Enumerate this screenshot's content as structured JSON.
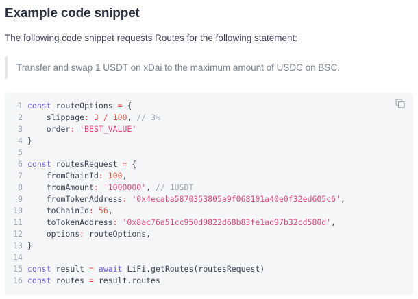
{
  "page": {
    "title": "Example code snippet",
    "intro": "The following code snippet requests Routes for the following statement:",
    "quote": "Transfer and swap 1 USDT on xDai to the maximum amount of USDC on BSC."
  },
  "colors": {
    "heading_text": "#2b3342",
    "body_text": "#3d4554",
    "quote_text": "#7b8492",
    "quote_border": "#e4e7ea",
    "code_background": "#f5f6f8",
    "code_plain": "#3b4354",
    "code_keyword": "#6f5be6",
    "code_operator": "#e5484d",
    "code_number": "#e25744",
    "code_string": "#e0487e",
    "code_comment": "#9aa4b0",
    "line_number": "#9ba5b1",
    "copy_icon": "#a8b1bb"
  },
  "icons": {
    "copy": "copy-icon"
  },
  "code": {
    "language": "javascript",
    "lines": [
      {
        "num": "1",
        "tokens": [
          {
            "c": "k",
            "t": "const"
          },
          {
            "c": "p",
            "t": " routeOptions "
          },
          {
            "c": "o",
            "t": "="
          },
          {
            "c": "p",
            "t": " {"
          }
        ]
      },
      {
        "num": "2",
        "tokens": [
          {
            "c": "p",
            "t": "    slippage"
          },
          {
            "c": "o",
            "t": ":"
          },
          {
            "c": "p",
            "t": " "
          },
          {
            "c": "n",
            "t": "3"
          },
          {
            "c": "p",
            "t": " "
          },
          {
            "c": "o",
            "t": "/"
          },
          {
            "c": "p",
            "t": " "
          },
          {
            "c": "n",
            "t": "100"
          },
          {
            "c": "p",
            "t": ", "
          },
          {
            "c": "c",
            "t": "// 3%"
          }
        ]
      },
      {
        "num": "3",
        "tokens": [
          {
            "c": "p",
            "t": "    order"
          },
          {
            "c": "o",
            "t": ":"
          },
          {
            "c": "p",
            "t": " "
          },
          {
            "c": "s",
            "t": "'BEST_VALUE'"
          }
        ]
      },
      {
        "num": "4",
        "tokens": [
          {
            "c": "p",
            "t": "}"
          }
        ]
      },
      {
        "num": "5",
        "tokens": []
      },
      {
        "num": "6",
        "tokens": [
          {
            "c": "k",
            "t": "const"
          },
          {
            "c": "p",
            "t": " routesRequest "
          },
          {
            "c": "o",
            "t": "="
          },
          {
            "c": "p",
            "t": " {"
          }
        ]
      },
      {
        "num": "7",
        "tokens": [
          {
            "c": "p",
            "t": "    fromChainId"
          },
          {
            "c": "o",
            "t": ":"
          },
          {
            "c": "p",
            "t": " "
          },
          {
            "c": "n",
            "t": "100"
          },
          {
            "c": "p",
            "t": ","
          }
        ]
      },
      {
        "num": "8",
        "tokens": [
          {
            "c": "p",
            "t": "    fromAmount"
          },
          {
            "c": "o",
            "t": ":"
          },
          {
            "c": "p",
            "t": " "
          },
          {
            "c": "s",
            "t": "'1000000'"
          },
          {
            "c": "p",
            "t": ", "
          },
          {
            "c": "c",
            "t": "// 1USDT"
          }
        ]
      },
      {
        "num": "9",
        "tokens": [
          {
            "c": "p",
            "t": "    fromTokenAddress"
          },
          {
            "c": "o",
            "t": ":"
          },
          {
            "c": "p",
            "t": " "
          },
          {
            "c": "s",
            "t": "'0x4ecaba5870353805a9f068101a40e0f32ed605c6'"
          },
          {
            "c": "p",
            "t": ","
          }
        ]
      },
      {
        "num": "10",
        "tokens": [
          {
            "c": "p",
            "t": "    toChainId"
          },
          {
            "c": "o",
            "t": ":"
          },
          {
            "c": "p",
            "t": " "
          },
          {
            "c": "n",
            "t": "56"
          },
          {
            "c": "p",
            "t": ","
          }
        ]
      },
      {
        "num": "11",
        "tokens": [
          {
            "c": "p",
            "t": "    toTokenAddress"
          },
          {
            "c": "o",
            "t": ":"
          },
          {
            "c": "p",
            "t": " "
          },
          {
            "c": "s",
            "t": "'0x8ac76a51cc950d9822d68b83fe1ad97b32cd580d'"
          },
          {
            "c": "p",
            "t": ","
          }
        ]
      },
      {
        "num": "12",
        "tokens": [
          {
            "c": "p",
            "t": "    options"
          },
          {
            "c": "o",
            "t": ":"
          },
          {
            "c": "p",
            "t": " routeOptions,"
          }
        ]
      },
      {
        "num": "13",
        "tokens": [
          {
            "c": "p",
            "t": "}"
          }
        ]
      },
      {
        "num": "14",
        "tokens": []
      },
      {
        "num": "15",
        "tokens": [
          {
            "c": "k",
            "t": "const"
          },
          {
            "c": "p",
            "t": " result "
          },
          {
            "c": "o",
            "t": "="
          },
          {
            "c": "p",
            "t": " "
          },
          {
            "c": "k",
            "t": "await"
          },
          {
            "c": "p",
            "t": " LiFi.getRoutes(routesRequest)"
          }
        ]
      },
      {
        "num": "16",
        "tokens": [
          {
            "c": "k",
            "t": "const"
          },
          {
            "c": "p",
            "t": " routes "
          },
          {
            "c": "o",
            "t": "="
          },
          {
            "c": "p",
            "t": " result.routes"
          }
        ]
      }
    ]
  }
}
